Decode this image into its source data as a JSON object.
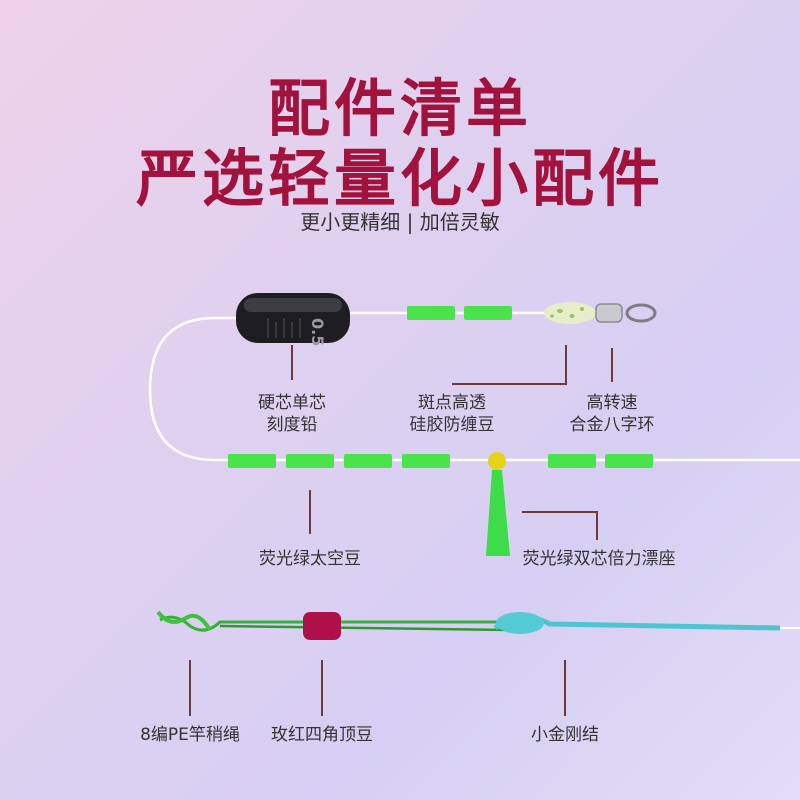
{
  "header": {
    "title_line1": "配件清单",
    "title_line2": "严选轻量化小配件",
    "subtitle": "更小更精细 | 加倍灵敏"
  },
  "sinker": {
    "marking": "0.5"
  },
  "labels": {
    "sinker_line1": "硬芯单芯",
    "sinker_line2": "刻度铅",
    "bean_line1": "斑点高透",
    "bean_line2": "硅胶防缠豆",
    "swivel_line1": "高转速",
    "swivel_line2": "合金八字环",
    "space_beans": "荧光绿太空豆",
    "float_seat": "荧光绿双芯倍力漂座",
    "pe_line": "8编PE竿稍绳",
    "stopper": "玫红四角顶豆",
    "knot": "小金刚结"
  },
  "colors": {
    "title": "#a1123c",
    "fluo_green": "#4be34b",
    "rose_red": "#b0104a",
    "pe_green": "#34b034",
    "knot_cyan": "#4fc6cf",
    "pointer": "#6b3a3a"
  }
}
